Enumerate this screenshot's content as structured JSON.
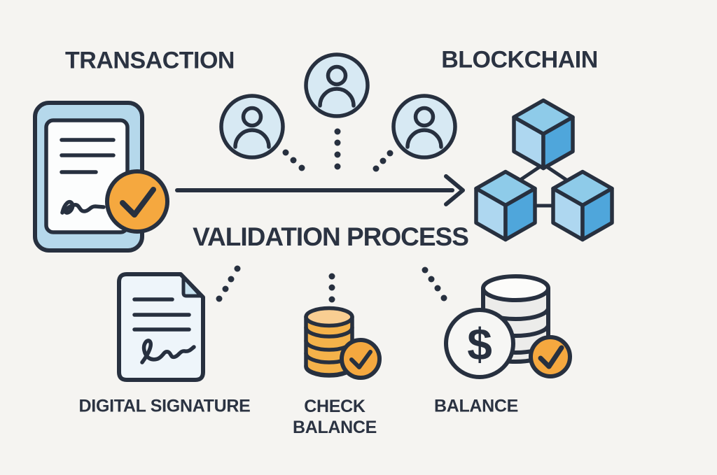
{
  "colors": {
    "bg": "#f5f4f1",
    "ink": "#27303f",
    "text": "#2b3342",
    "person_blue": "#d7e9f3",
    "tablet_blue": "#b5d8eb",
    "paper": "#fcfdfd",
    "doc_fill": "#eef5fa",
    "fold_blue": "#c8e2ef",
    "orange": "#f5a83f",
    "coin_orange": "#f4b24a",
    "coin_orange_top": "#f9ce92",
    "coin_gray": "#ececea",
    "coin_gray_top": "#fcfcfa",
    "dollar_coin": "#f6f6f4",
    "cube_top": "#8ecbe9",
    "cube_left": "#aed7f0",
    "cube_right": "#4fa6db"
  },
  "titles": {
    "transaction": "TRANSACTION",
    "blockchain": "BLOCKCHAIN",
    "validation": "VALIDATION PROCESS"
  },
  "labels": {
    "digital_signature": "DIGITAL SIGNATURE",
    "check_balance": "CHECK BALANCE",
    "balance": "BALANCE"
  },
  "symbols": {
    "dollar": "$"
  },
  "icons": {
    "transaction": "signed-transaction-document-icon",
    "validators": "validator-user-icon",
    "arrow": "flow-arrow-icon",
    "blockchain": "blockchain-cubes-icon",
    "digital_signature": "signature-document-icon",
    "check_balance": "coin-stack-check-icon",
    "balance": "balance-coins-check-icon"
  }
}
